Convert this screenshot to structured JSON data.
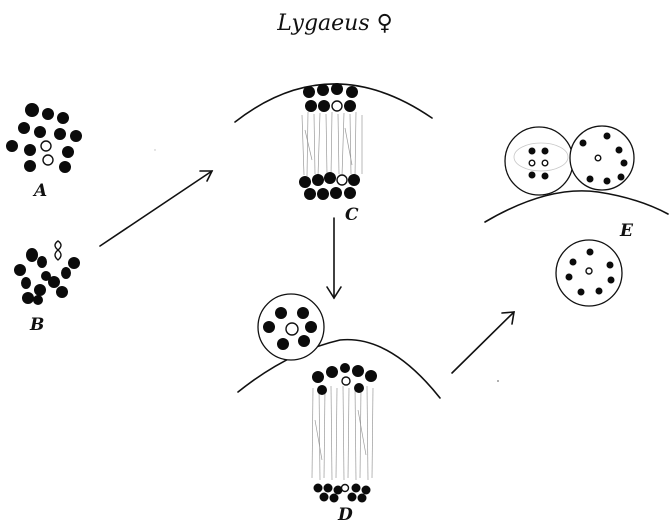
{
  "figure": {
    "title": "Lygaeus ♀",
    "labels": {
      "a": "A",
      "b": "B",
      "c": "C",
      "d": "D",
      "e": "E"
    }
  },
  "colors": {
    "ink": "#0b0b0b",
    "background": "#ffffff",
    "spindle_fibers": "#9a9a9a"
  }
}
